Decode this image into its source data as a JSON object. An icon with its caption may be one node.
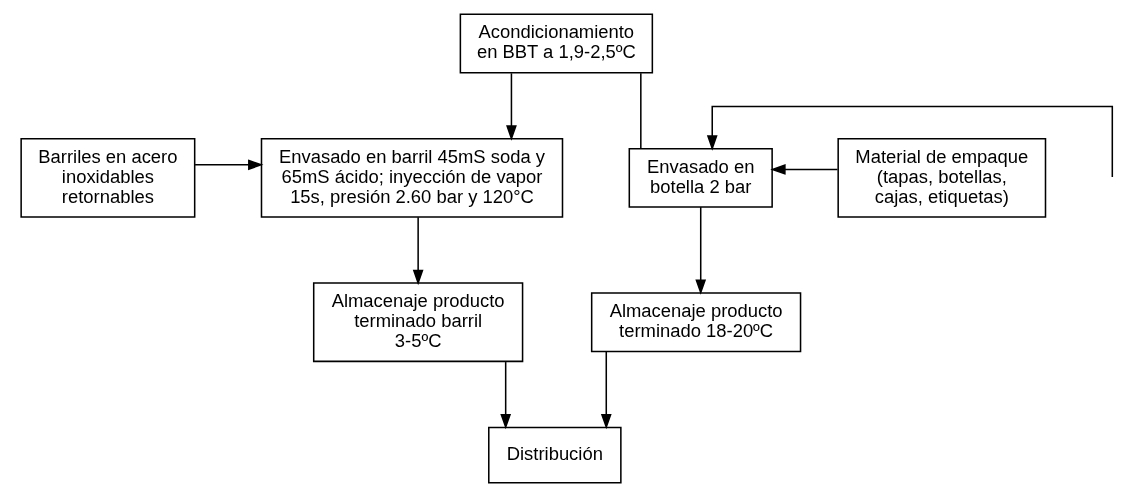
{
  "diagram": {
    "nodes": [
      {
        "text": [
          "Acondicionamiento en BBT a 1,9-2,5ºC"
        ]
      },
      {
        "text": [
          "Barriles en acero inoxidables retornables"
        ]
      },
      {
        "text": [
          "Envasado en barril 45mS soda y 65mS ácido; inyección de vapor 15s, presión 2.60 bar y 120°C"
        ]
      },
      {
        "text": [
          "Material de empaque (tapas, botellas, cajas, etiquetas)"
        ]
      },
      {
        "text": [
          "Envasado en botella 2 bar"
        ]
      },
      {
        "text": [
          "Almacenaje producto terminado barril 3-5ºC"
        ]
      },
      {
        "text": [
          "Almacenaje producto terminado 18-20ºC"
        ]
      },
      {
        "text": [
          "Distribución"
        ]
      }
    ],
    "edges": [
      {
        "from": 0,
        "to": 2,
        "arrow": "to"
      },
      {
        "from": 0,
        "to": 4,
        "arrow": "none"
      },
      {
        "from": 1,
        "to": 2,
        "arrow": "to"
      },
      {
        "from": 3,
        "to": 4,
        "arrow": "to"
      },
      {
        "from": null,
        "to": 4,
        "arrow": "to"
      },
      {
        "from": 2,
        "to": 5,
        "arrow": "to"
      },
      {
        "from": 4,
        "to": 6,
        "arrow": "to"
      },
      {
        "from": 5,
        "to": 7,
        "arrow": "to"
      },
      {
        "from": 6,
        "to": 7,
        "arrow": "to"
      }
    ]
  }
}
